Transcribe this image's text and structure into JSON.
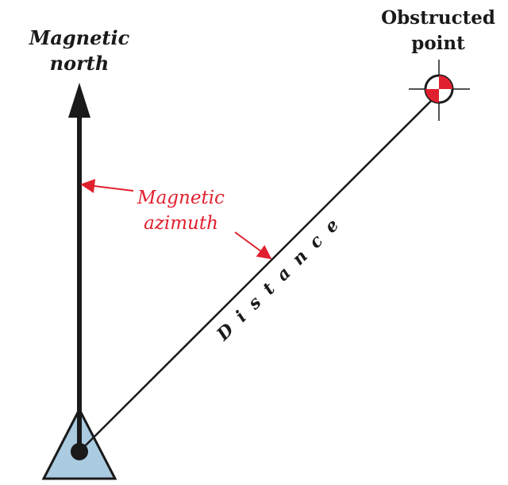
{
  "labels": {
    "north_line1": "Magnetic",
    "north_line2": "north",
    "azimuth_line1": "Magnetic",
    "azimuth_line2": "azimuth",
    "obstructed_line1": "Obstructed",
    "obstructed_line2": "point",
    "distance": "Distance"
  },
  "colors": {
    "line": "#1a1a1a",
    "accent_red": "#e0202e",
    "station_fill": "#aacbe0",
    "target_red": "#e0202e"
  }
}
